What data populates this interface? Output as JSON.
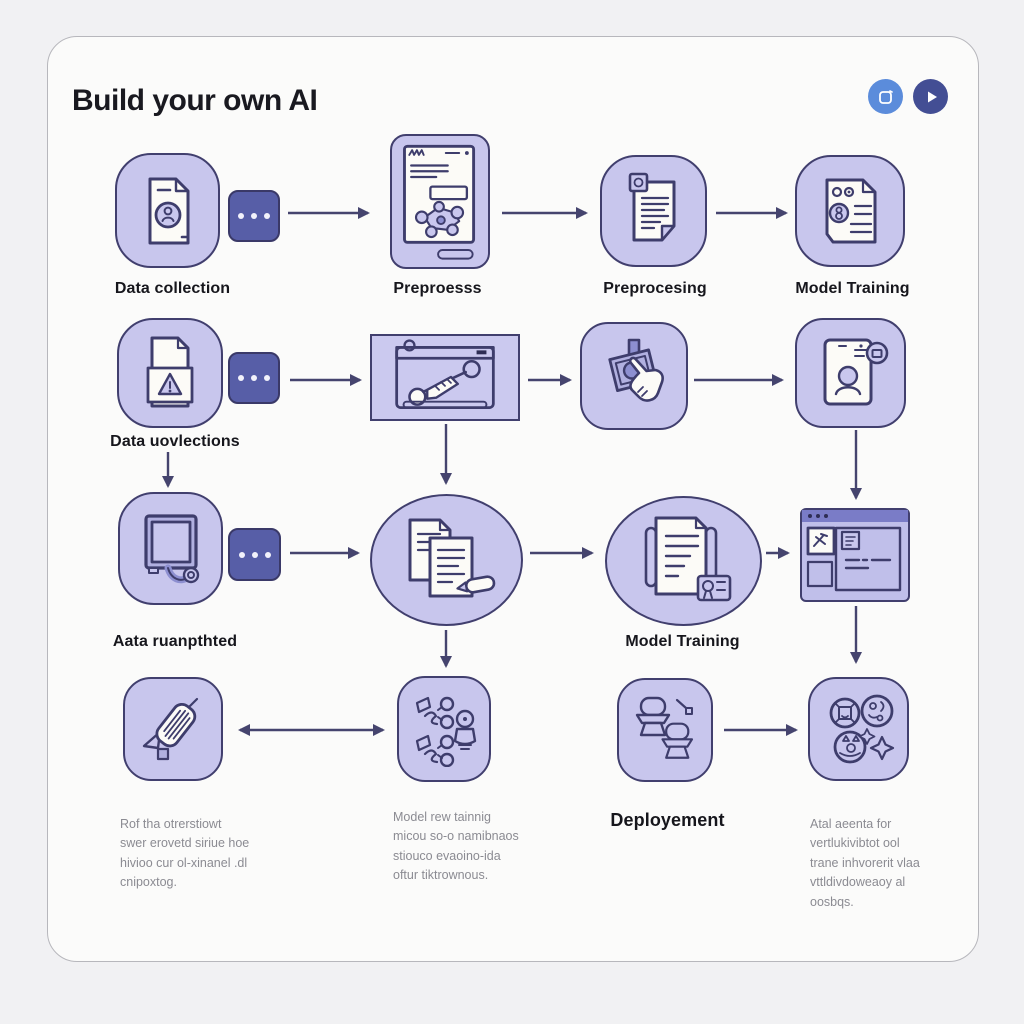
{
  "header": {
    "title": "Build your own AI"
  },
  "toolbar": {
    "buttons": [
      {
        "name": "copy-button",
        "icon": "copy-icon",
        "color": "#5b8cdb"
      },
      {
        "name": "play-button",
        "icon": "play-icon",
        "color": "#434e94"
      }
    ]
  },
  "steps": {
    "data_collection": "Data collection",
    "preproesss": "Preproesss",
    "preprocesing": "Preprocesing",
    "model_training": "Model Training",
    "data_uovlections": "Data uovlections",
    "aata_ruanpthted": "Aata ruanpthted",
    "model_training2": "Model Training",
    "deployement": "Deployement"
  },
  "notes": {
    "note1": "Rof tha otrerstiowt\nswer erovetd siriue hoe\nhivioo cur ol-xinanel .dl\ncnipoxtog.",
    "note2": "Model rew tainnig\nmicou so-o namibnaos\nstiouco evaoino-ida\noftur tiktrownous.",
    "note3": "Atal aeenta for\nvertlukivibtot ool\ntrane inhvorerit vlaa\nvttldivdoweaoy al\noosbqs."
  },
  "icons": {
    "row1": [
      "document-lock-icon",
      "ellipsis-icon",
      "tablet-graph-icon",
      "document-clip-icon",
      "document-circles-icon"
    ],
    "row2": [
      "document-warning-icon",
      "ellipsis-icon",
      "browser-tools-icon",
      "hand-press-icon",
      "tablet-person-icon"
    ],
    "row3": [
      "monitor-cable-icon",
      "ellipsis-icon",
      "documents-marker-icon",
      "documents-certificate-icon",
      "dashboard-window-icon"
    ],
    "row4": [
      "rocket-note-icon",
      "flow-numbers-icon",
      "pawns-icon",
      "badges-sparkles-icon"
    ]
  },
  "colors": {
    "node_fill": "#c8c6ed",
    "node_stroke": "#413f6e",
    "dots_square": "#575ea7",
    "arrow": "#45446e",
    "label_text": "#16161c",
    "note_text": "#8b8b92",
    "card_bg": "#fbfbfa",
    "page_bg": "#f1f1f3"
  }
}
